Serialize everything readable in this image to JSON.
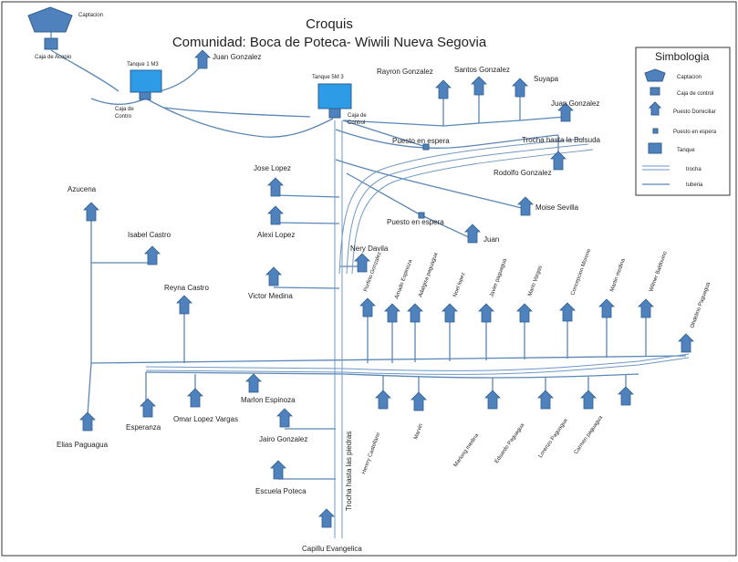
{
  "title": {
    "line1": "Croquis",
    "line2": "Comunidad: Boca de Poteca- Wiwili Nueva Segovia"
  },
  "legend": {
    "title": "Simbologia",
    "items": [
      {
        "symbol": "pentagon",
        "label": "Captacion"
      },
      {
        "symbol": "small-box",
        "label": "Caja de control"
      },
      {
        "symbol": "house",
        "label": "Puesto Domiciliar"
      },
      {
        "symbol": "dot",
        "label": "Puesto en espera"
      },
      {
        "symbol": "tank",
        "label": "Tanque"
      },
      {
        "symbol": "double-line",
        "label": "trocha"
      },
      {
        "symbol": "line",
        "label": "tuberia"
      }
    ]
  },
  "colors": {
    "symbol_fill": "#4f81bd",
    "symbol_stroke": "#2f5f8f",
    "tank_fill": "#2e9be6",
    "pipe": "#5b86b5",
    "road": "#6f97c4"
  },
  "infrastructure": {
    "captacion": "Captacion",
    "caja_acopio": "Caja de Acopio",
    "tanque_1": "Tanque 1 M3",
    "tanque_2": "Tanque 5M 3",
    "caja_1a": "Caja de",
    "caja_1b": "Contro",
    "caja_2a": "Caja de",
    "caja_2b": "Control",
    "espera_1": "Puesto en espera",
    "espera_2": "Puesto en espera",
    "trocha_bulsuda": "Trocha hasta la Bulsuda",
    "trocha_piedras": "Trocha hasta las piedras"
  },
  "houses": [
    {
      "id": "juan-gonzalez-1",
      "name": "Juan Gonzalez"
    },
    {
      "id": "rayron-gonzalez",
      "name": "Rayron Gonzalez"
    },
    {
      "id": "santos-gonzalez",
      "name": "Santos Gonzalez"
    },
    {
      "id": "suyapa",
      "name": "Suyapa"
    },
    {
      "id": "juan-gonzalez-2",
      "name": "Juan Gonzalez"
    },
    {
      "id": "rodolfo-gonzalez",
      "name": "Rodolfo Gonzalez"
    },
    {
      "id": "jose-lopez",
      "name": "Jose Lopez"
    },
    {
      "id": "alexi-lopez",
      "name": "Alexi Lopez"
    },
    {
      "id": "moise-sevilla",
      "name": "Moise Sevilla"
    },
    {
      "id": "juan",
      "name": "Juan"
    },
    {
      "id": "nery-davila",
      "name": "Nery Davila"
    },
    {
      "id": "azucena",
      "name": "Azucena"
    },
    {
      "id": "isabel-castro",
      "name": "Isabel Castro"
    },
    {
      "id": "reyna-castro",
      "name": "Reyna Castro"
    },
    {
      "id": "victor-medina",
      "name": "Victor Medina"
    },
    {
      "id": "porfirio-gonzalez",
      "name": "Porfirio Gonzalez"
    },
    {
      "id": "amado-espinoza",
      "name": "Amado Espinoza"
    },
    {
      "id": "adalgisa-paguagua",
      "name": "Adalgisa paguagua"
    },
    {
      "id": "noel-lopez",
      "name": "Noel lopez"
    },
    {
      "id": "javier-paguagua",
      "name": "Javier paguagua"
    },
    {
      "id": "mario-vargas",
      "name": "Mario Vargas"
    },
    {
      "id": "concepcion-moreno",
      "name": "Concepcion Moreno"
    },
    {
      "id": "martin-medina",
      "name": "Martin medina"
    },
    {
      "id": "wilmer-baldovino",
      "name": "Wilmer Baldovino"
    },
    {
      "id": "ohdelino-paguagua",
      "name": "Ohdelino Paguagua"
    },
    {
      "id": "elias-paguagua",
      "name": "Elias Paguagua"
    },
    {
      "id": "esperanza",
      "name": "Esperanza"
    },
    {
      "id": "omar-lopez-vargas",
      "name": "Omar Lopez Vargas"
    },
    {
      "id": "marlon-espinoza",
      "name": "Marlon Espinoza"
    },
    {
      "id": "jairo-gonzalez",
      "name": "Jairo Gonzalez"
    },
    {
      "id": "escuela-poteca",
      "name": "Escuela Poteca"
    },
    {
      "id": "capilla-evangelica",
      "name": "Capillu Evangelica"
    },
    {
      "id": "henrry-castellano",
      "name": "Henrry Castellano"
    },
    {
      "id": "marvin",
      "name": "Marvin"
    },
    {
      "id": "marlong-medina",
      "name": "Marlong medina"
    },
    {
      "id": "eduardo-paguagua",
      "name": "Eduardo Paguagua"
    },
    {
      "id": "lorenzo-paguagua",
      "name": "Lorenzo Paguagua"
    },
    {
      "id": "carmen-paguagua",
      "name": "Carmen paguagua"
    }
  ]
}
